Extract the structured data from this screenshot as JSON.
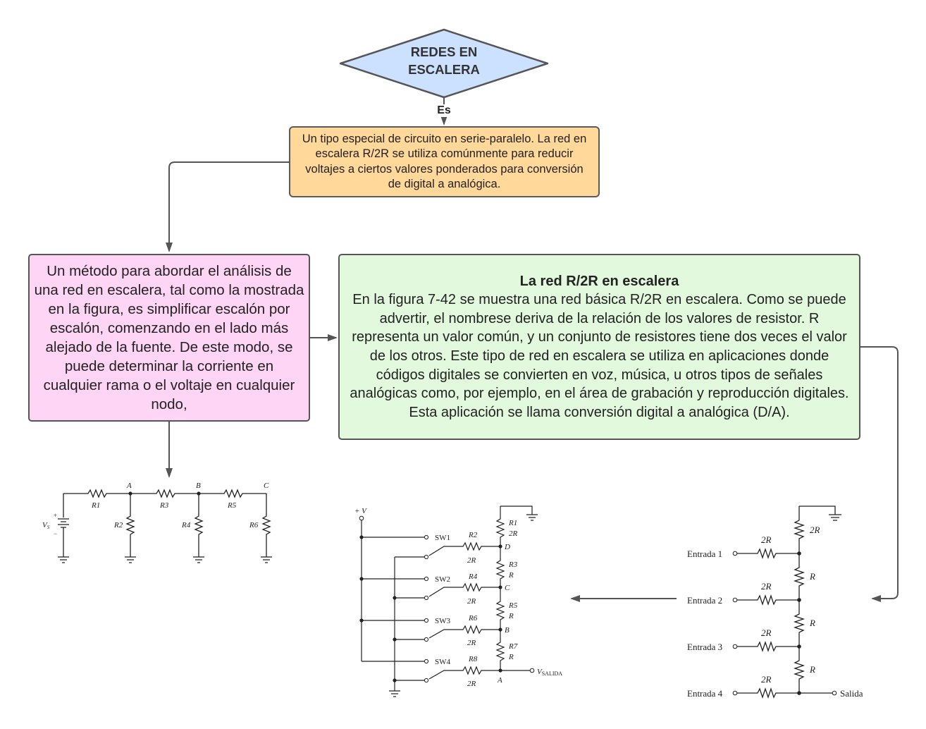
{
  "diamond": {
    "label": "REDES EN ESCALERA"
  },
  "edge": {
    "label": "Es"
  },
  "definition": {
    "text": "Un tipo especial de circuito en serie-paralelo. La red en escalera R/2R se utiliza comúnmente para reducir voltajes a ciertos valores ponderados para conversión de digital a analógica."
  },
  "method": {
    "text": "Un método para abordar el análisis de una red en escalera, tal como la mostrada en la figura, es simplificar escalón por escalón, comenzando en el lado más alejado de la fuente. De este modo, se puede determinar la corriente en cualquier rama o el voltaje en cualquier nodo,"
  },
  "r2r": {
    "title": "La red R/2R en escalera",
    "text": "En la figura 7-42 se muestra una red básica R/2R en escalera. Como se puede advertir, el nombrese deriva de la relación de los valores de resistor. R representa un valor común, y un conjunto de resistores tiene dos veces el valor de los otros. Este tipo de red en escalera se utiliza en aplicaciones donde códigos digitales se convierten en voz, música, u otros tipos de señales analógicas como, por ejemplo, en el área de grabación y reproducción digitales. Esta aplicación se llama conversión digital a analógica (D/A)."
  },
  "ladder_circuit": {
    "nodes": [
      "A",
      "B",
      "C"
    ],
    "source": "V",
    "source_sub": "S",
    "series": [
      "R1",
      "R3",
      "R5"
    ],
    "shunt": [
      "R2",
      "R4",
      "R6"
    ]
  },
  "dac_circuit": {
    "supply": "+ V",
    "switches": [
      "SW1",
      "SW2",
      "SW3",
      "SW4"
    ],
    "nodes": [
      "D",
      "C",
      "B",
      "A"
    ],
    "branch_resistors": [
      "R2",
      "R4",
      "R6",
      "R8"
    ],
    "chain_resistors": [
      "R1",
      "R3",
      "R5",
      "R7"
    ],
    "branch_value": "2R",
    "chain_values": [
      "2R",
      "R",
      "R",
      "R"
    ],
    "output_main": "V",
    "output_sub": "SALIDA"
  },
  "r2r_circuit": {
    "inputs": [
      "Entrada 1",
      "Entrada 2",
      "Entrada 3",
      "Entrada 4"
    ],
    "input_value": "2R",
    "top_value": "2R",
    "chain_value": "R",
    "output": "Salida"
  },
  "colors": {
    "diamond_fill": "#cce0ff",
    "definition_fill": "#ffd89a",
    "method_fill": "#ffd5f6",
    "r2r_fill": "#e2f9de",
    "border": "#555555",
    "connector": "#555555"
  }
}
